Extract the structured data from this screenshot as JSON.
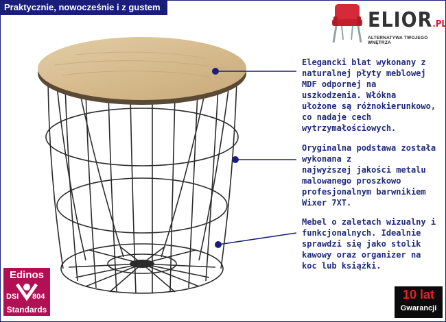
{
  "header": {
    "title": "Praktycznie, nowocześnie i z gustem"
  },
  "logo": {
    "brand": "ELIOR",
    "domain": ".PL",
    "tagline": "ALTERNATYWA TWOJEGO WNĘTRZA"
  },
  "callouts": [
    {
      "text": "Elegancki blat wykonany z\nnaturalnej płyty meblowej\nMDF odpornej na\nuszkodzenia.  Włókna\nułożone są różnokierunkowo,\nco nadaje cech\nwytrzymałościowych."
    },
    {
      "text": "Oryginalna podstawa została\nwykonana z\nnajwyższej jakości metalu\nmalowanego proszkowo\nprofesjonalnym barwnikiem\nWixer 7XT."
    },
    {
      "text": "Mebel o zaletach wizualny i\nfunkcjonalnych. Idealnie\nsprawdzi się jako stolik\nkawowy oraz organizer na\nkoc lub książki."
    }
  ],
  "badges": {
    "edinos": {
      "title": "Edinos",
      "dsi": "DSI",
      "number": "804",
      "standards": "Standards"
    },
    "warranty": {
      "years": "10 lat",
      "label": "Gwarancji"
    }
  },
  "colors": {
    "accent": "#1a1e7a",
    "brand_red": "#c8202f",
    "edinos": "#b30f55",
    "text_blue": "#1f2a7a"
  }
}
